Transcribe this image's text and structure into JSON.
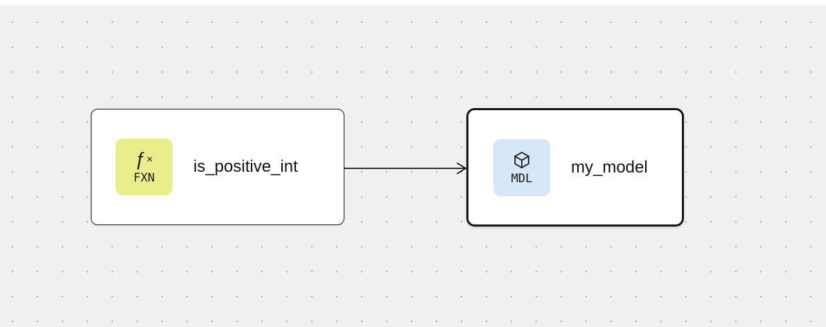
{
  "canvas": {
    "background_color": "#f0f0f0",
    "dot_color": "#9b9b9b",
    "node_border_color": "#161616"
  },
  "nodes": [
    {
      "label": "is_positive_int",
      "badge": "FXN",
      "icon": "function-icon",
      "icon_glyph_f": "ƒ",
      "icon_glyph_x": "×",
      "badge_color": "#e9ee8a",
      "selected": false
    },
    {
      "label": "my_model",
      "badge": "MDL",
      "icon": "cube-icon",
      "badge_color": "#d6e7fa",
      "selected": true
    }
  ],
  "edges": [
    {
      "from": "is_positive_int",
      "to": "my_model"
    }
  ]
}
